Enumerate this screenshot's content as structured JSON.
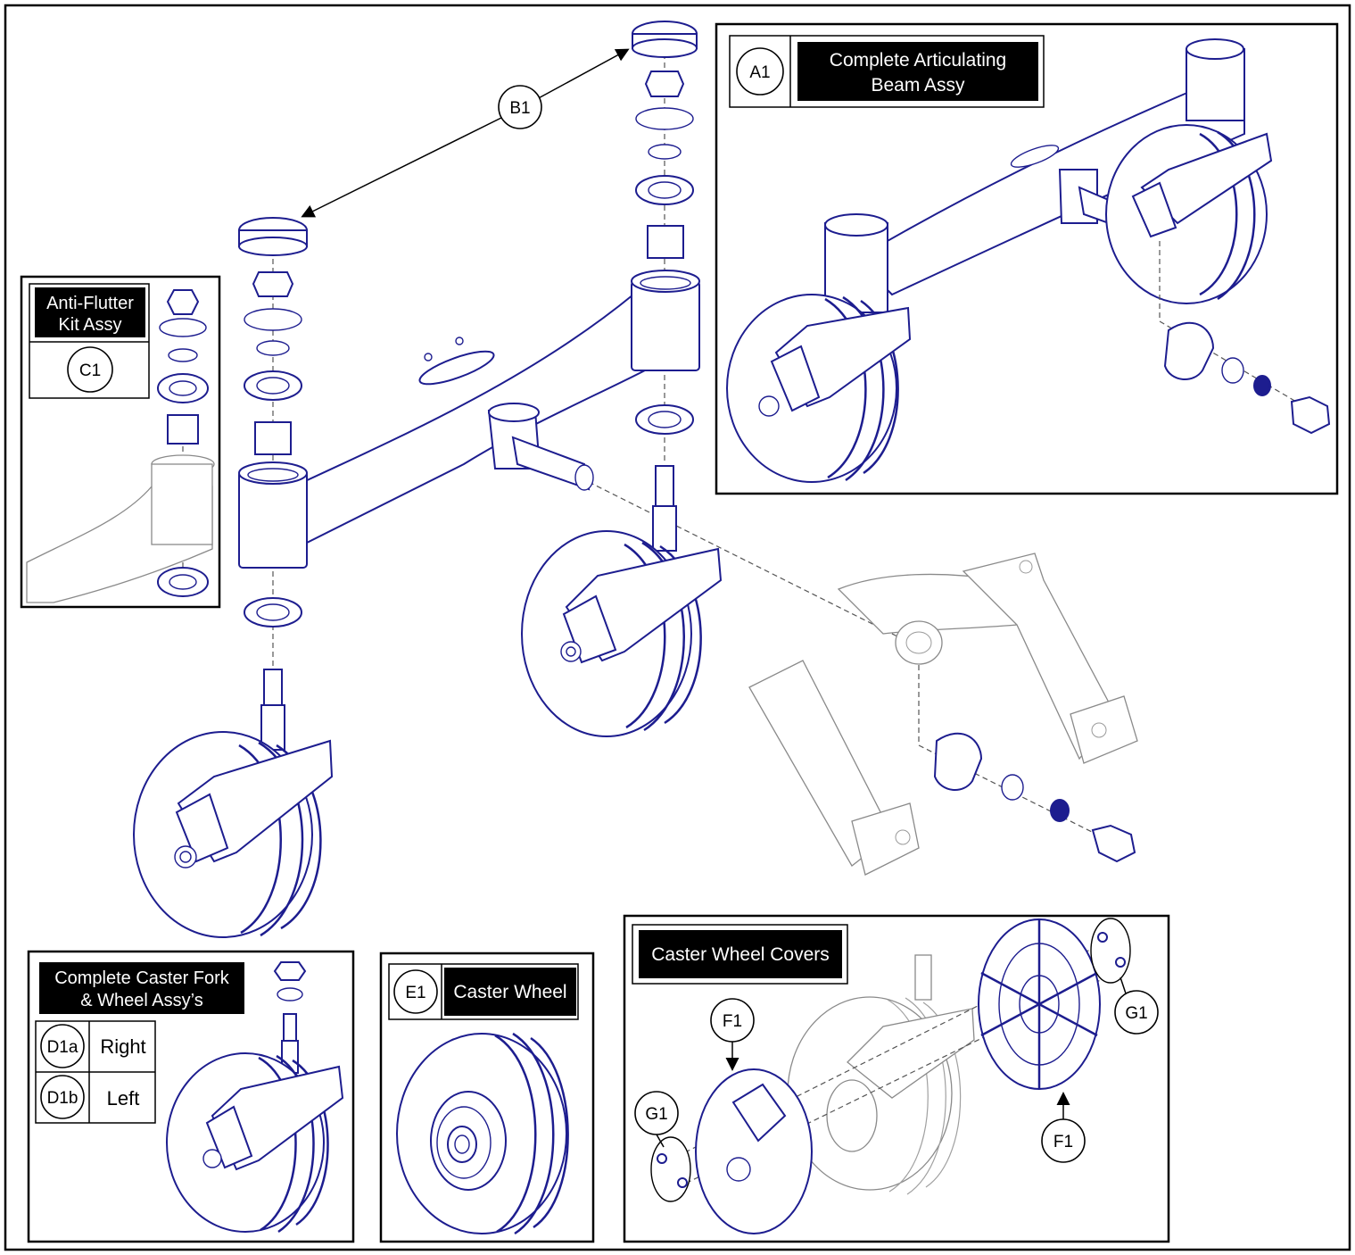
{
  "labels": {
    "a1_title_line1": "Complete Articulating",
    "a1_title_line2": "Beam Assy",
    "a1_callout": "A1",
    "b1_callout": "B1",
    "c1_title_line1": "Anti-Flutter",
    "c1_title_line2": "Kit Assy",
    "c1_callout": "C1",
    "d1_title_line1": "Complete Caster Fork",
    "d1_title_line2": "& Wheel Assy’s",
    "d1a_callout": "D1a",
    "d1a_text": "Right",
    "d1b_callout": "D1b",
    "d1b_text": "Left",
    "e1_callout": "E1",
    "e1_title": "Caster Wheel",
    "f_title": "Caster Wheel Covers",
    "f1_callout": "F1",
    "g1_callout": "G1"
  },
  "colors": {
    "part_stroke": "#1d1d8f",
    "ghost_stroke": "#8a8a8a",
    "label_background": "#000000",
    "label_text": "#ffffff"
  }
}
